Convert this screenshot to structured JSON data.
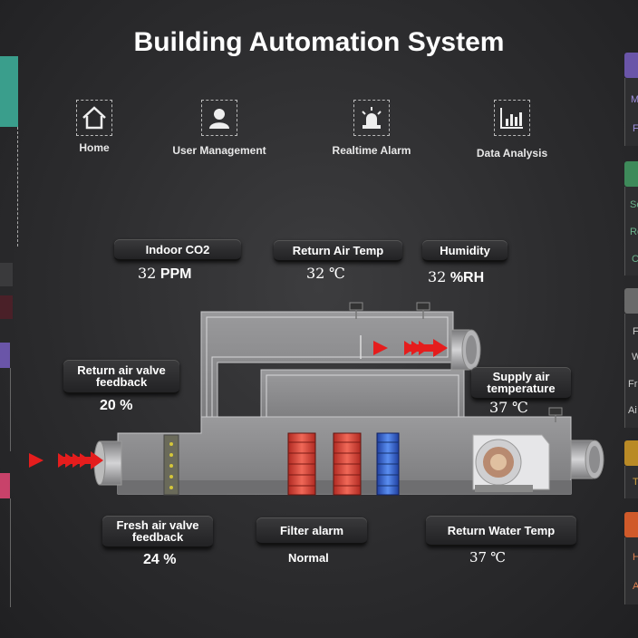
{
  "header": {
    "title": "Building Automation System"
  },
  "nav": [
    {
      "label": "Home",
      "icon": "home-icon"
    },
    {
      "label": "User Management",
      "icon": "user-icon"
    },
    {
      "label": "Realtime Alarm",
      "icon": "alarm-icon"
    },
    {
      "label": "Data Analysis",
      "icon": "chart-icon"
    }
  ],
  "sensors": {
    "indoor_co2": {
      "label": "Indoor CO2",
      "value": "32",
      "unit": "PPM"
    },
    "return_air_temp": {
      "label": "Return Air Temp",
      "value": "32",
      "unit": "℃"
    },
    "humidity": {
      "label": "Humidity",
      "value": "32",
      "unit": "%RH"
    },
    "return_air_valve": {
      "label_line1": "Return air valve",
      "label_line2": "feedback",
      "value": "20 %",
      "percent": 20
    },
    "supply_air_temp": {
      "label_line1": "Supply air",
      "label_line2": "temperature",
      "value": "37",
      "unit": "℃"
    },
    "fresh_air_valve": {
      "label_line1": "Fresh air valve",
      "label_line2": "feedback",
      "value": "24 %",
      "percent": 24
    },
    "filter_alarm": {
      "label": "Filter alarm",
      "value": "Normal"
    },
    "return_water_temp": {
      "label": "Return Water Temp",
      "value": "37",
      "unit": "℃"
    }
  },
  "right_panel_fragments": [
    "M",
    "F",
    "Se",
    "Re",
    "C",
    "F",
    "W",
    "Fr",
    "Ai",
    "T",
    "H",
    "A"
  ],
  "colors": {
    "accent_teal": "#3a9e8c",
    "accent_purple": "#6a55a8",
    "accent_green": "#3e8a5a",
    "accent_gray": "#6a6a6a",
    "accent_gold": "#b98a26",
    "accent_orange": "#d05a2a",
    "accent_pink": "#c8426a",
    "accent_red": "#8a2030",
    "hot_coil": "#d8453a",
    "cold_coil": "#3a6fd0",
    "arrow": "#e51d1d"
  }
}
